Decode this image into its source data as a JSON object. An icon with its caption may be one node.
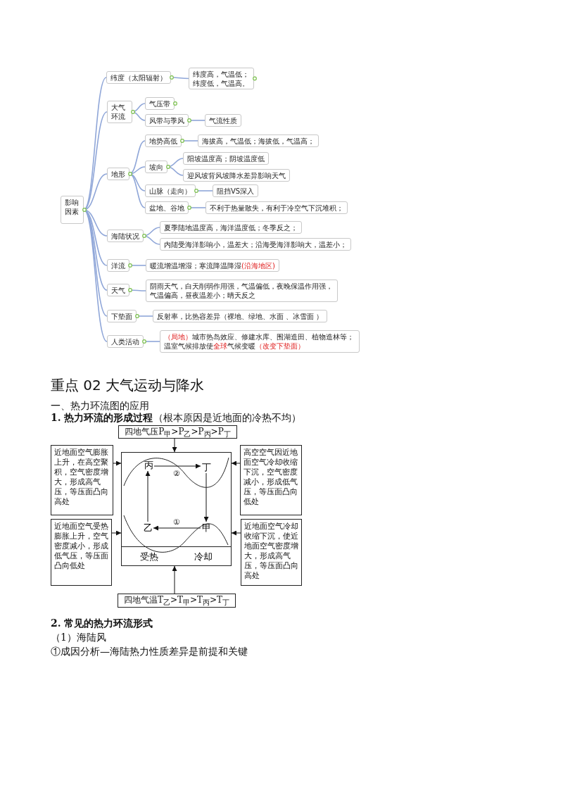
{
  "diagram": {
    "nodes": [
      {
        "text": [
          "影响因素"
        ]
      },
      {
        "text": [
          "纬度（太阳辐射）"
        ]
      },
      {
        "text": [
          "纬度高，气温低；纬度低，气温高。"
        ]
      },
      {
        "text": [
          "大气环流"
        ]
      },
      {
        "text": [
          "气压带"
        ]
      },
      {
        "text": [
          "风带与季风"
        ]
      },
      {
        "text": [
          "气流性质"
        ]
      },
      {
        "text": [
          "地形"
        ]
      },
      {
        "text": [
          "地势高低"
        ]
      },
      {
        "text": [
          "海拔高，气温低；海拔低，气温高；"
        ]
      },
      {
        "text": [
          "坡向"
        ]
      },
      {
        "text": [
          "阳坡温度高；阴坡温度低"
        ]
      },
      {
        "text": [
          "迎风坡背风坡降水差异影响天气"
        ]
      },
      {
        "text": [
          "山脉（走向）"
        ]
      },
      {
        "text": [
          "阻挡VS深入"
        ]
      },
      {
        "text": [
          "盆地、谷地"
        ]
      },
      {
        "text": [
          "不利于热量散失，有利于冷空气下沉堆积；"
        ]
      },
      {
        "text": [
          "海陆状况"
        ]
      },
      {
        "text": [
          "夏季陆地温度高，海洋温度低；冬季反之；"
        ]
      },
      {
        "text": [
          "内陆受海洋影响小，温差大；沿海受海洋影响大，温差小；"
        ]
      },
      {
        "text": [
          "洋流"
        ]
      },
      {
        "text": [
          "暖流增温增湿；寒流降温降湿",
          "(沿海地区)"
        ]
      },
      {
        "text": [
          "天气"
        ]
      },
      {
        "text": [
          "阴雨天气，白天削弱作用强，气温偏低，夜晚保温作用强，气温偏高，昼夜温差小；晴天反之"
        ]
      },
      {
        "text": [
          "下垫面"
        ]
      },
      {
        "text": [
          "反射率，比热容差异（裸地、绿地、水面 、冰雪面 ）"
        ]
      },
      {
        "text": [
          "人类活动"
        ]
      },
      {
        "text": [
          "（局地）",
          "城市热岛效应、修建水库、围湖造田、植物造林等；温室气候排放使",
          "全球",
          "气候变暖",
          "（改变下垫面）"
        ]
      },
      {
        "text": [
          "四地气压P$_{甲}$>P$_{乙}$>P$_{丙}$>P$_{丁}$"
        ]
      },
      {
        "text": [
          "近地面空气膨胀上升，在高空聚积，空气密度增大，形成高气压，等压面凸向高处"
        ]
      },
      {
        "text": [],
        "shape": "box"
      },
      {
        "text": [
          "丙"
        ],
        "in": 30
      },
      {
        "text": [
          "丁"
        ],
        "in": 30
      },
      {
        "text": [
          "乙"
        ],
        "in": 30
      },
      {
        "text": [
          "甲"
        ],
        "in": 30
      },
      {
        "text": [
          "受热",
          "冷却"
        ],
        "in": 30
      },
      {
        "text": [
          "高空空气因近地面空气冷却收缩下沉，空气密度减小，形成低气压，等压面凸向低处"
        ]
      },
      {
        "text": [
          "近地面空气受热膨胀上升，空气密度减小，形成低气压，等压面凸向低处"
        ]
      },
      {
        "text": [
          "近地面空气冷却收缩下沉，使近地面空气密度增大，形成高气压，等压面凸向高处"
        ]
      },
      {
        "text": [
          "四地气温T$_{乙}$>T$_{甲}$>T$_{丙}$>T$_{丁}$"
        ]
      }
    ],
    "edges": [
      {
        "from": 0,
        "to": 1,
        "arrow": "none"
      },
      {
        "from": 1,
        "to": 2,
        "arrow": "none"
      },
      {
        "from": 0,
        "to": 3,
        "arrow": "none"
      },
      {
        "from": 3,
        "to": 4,
        "arrow": "none"
      },
      {
        "from": 3,
        "to": 5,
        "arrow": "none"
      },
      {
        "from": 5,
        "to": 6,
        "arrow": "none"
      },
      {
        "from": 0,
        "to": 7,
        "arrow": "none"
      },
      {
        "from": 7,
        "to": 8,
        "arrow": "none"
      },
      {
        "from": 8,
        "to": 9,
        "arrow": "none"
      },
      {
        "from": 7,
        "to": 10,
        "arrow": "none"
      },
      {
        "from": 10,
        "to": 11,
        "arrow": "none"
      },
      {
        "from": 10,
        "to": 12,
        "arrow": "none"
      },
      {
        "from": 7,
        "to": 13,
        "arrow": "none"
      },
      {
        "from": 13,
        "to": 14,
        "arrow": "none"
      },
      {
        "from": 7,
        "to": 15,
        "arrow": "none"
      },
      {
        "from": 15,
        "to": 16,
        "arrow": "none"
      },
      {
        "from": 0,
        "to": 17,
        "arrow": "none"
      },
      {
        "from": 17,
        "to": 18,
        "arrow": "none"
      },
      {
        "from": 17,
        "to": 19,
        "arrow": "none"
      },
      {
        "from": 0,
        "to": 20,
        "arrow": "none"
      },
      {
        "from": 20,
        "to": 21,
        "arrow": "none"
      },
      {
        "from": 0,
        "to": 22,
        "arrow": "none"
      },
      {
        "from": 22,
        "to": 23,
        "arrow": "none"
      },
      {
        "from": 0,
        "to": 24,
        "arrow": "none"
      },
      {
        "from": 24,
        "to": 25,
        "arrow": "none"
      },
      {
        "from": 0,
        "to": 26,
        "arrow": "none"
      },
      {
        "from": 26,
        "to": 27,
        "arrow": "none"
      },
      {
        "from": 28,
        "to": 30,
        "arrow": "to",
        "color": "#111111"
      },
      {
        "from": 29,
        "to": 30,
        "arrow": "to",
        "color": "#111111"
      },
      {
        "from": 36,
        "to": 30,
        "arrow": "to",
        "color": "#111111"
      },
      {
        "from": 37,
        "to": 30,
        "arrow": "to",
        "color": "#111111"
      },
      {
        "from": 38,
        "to": 30,
        "arrow": "to",
        "color": "#111111"
      },
      {
        "from": 39,
        "to": 30,
        "arrow": "to",
        "color": "#111111"
      },
      {
        "from": 31,
        "to": 32,
        "label": "②",
        "arrow": "to",
        "color": "#111111"
      },
      {
        "from": 32,
        "to": 34,
        "arrow": "to",
        "color": "#111111"
      },
      {
        "from": 34,
        "to": 33,
        "label": "①",
        "arrow": "to",
        "color": "#111111"
      },
      {
        "from": 33,
        "to": 31,
        "arrow": "to",
        "color": "#111111"
      }
    ],
    "labels": [
      "重点 02 大气运动与降水",
      "一、热力环流图的应用",
      "**1. 热力环流的形成过程**（根本原因是近地面的冷热不均）",
      "2. 常见的热力环流形式",
      "（1）海陆风",
      "①成因分析—海陆热力性质差异是前提和关键"
    ]
  }
}
